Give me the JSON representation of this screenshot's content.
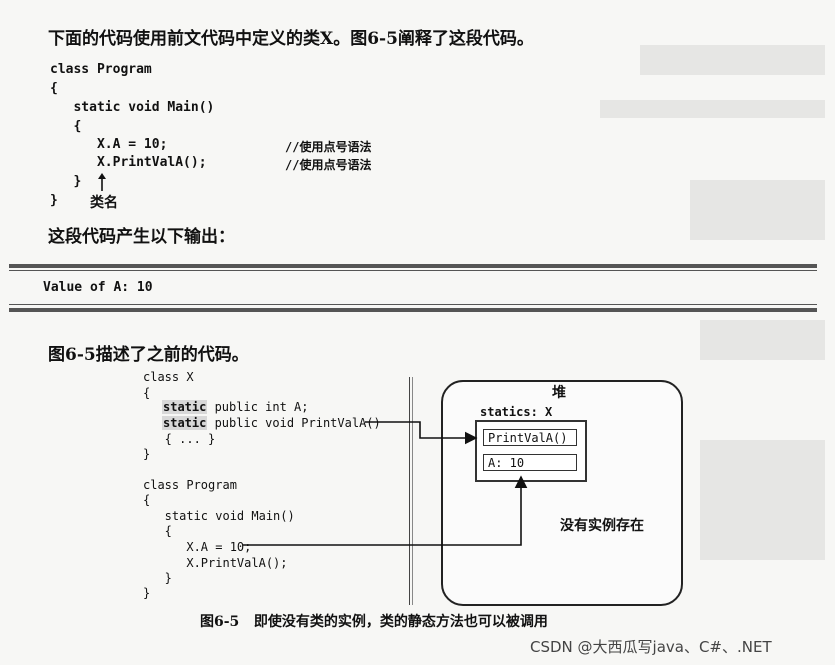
{
  "intro": "下面的代码使用前文代码中定义的类X。图6-5阐释了这段代码。",
  "code1": {
    "lines": [
      "class Program",
      "{",
      "   static void Main()",
      "   {",
      "      X.A = 10;",
      "      X.PrintValA();",
      "   }",
      "}"
    ],
    "comment1": "//使用点号语法",
    "comment2": "//使用点号语法",
    "arrow_label": "类名"
  },
  "output_intro": "这段代码产生以下输出：",
  "output": "Value of A: 10",
  "figure_intro": "图6-5描述了之前的代码。",
  "figure": {
    "class_x": {
      "l1": "class X",
      "l2": "{",
      "l3_kw": "static",
      "l3_rest": " public int A;",
      "l4_kw": "static",
      "l4_rest": " public void PrintValA()",
      "l5": "   { ... }",
      "l6": "}"
    },
    "class_program": {
      "l1": "class Program",
      "l2": "{",
      "l3": "   static void Main()",
      "l4": "   {",
      "l5": "      X.A = 10;",
      "l6": "      X.PrintValA();",
      "l7": "   }",
      "l8": "}"
    },
    "heap_label": "堆",
    "statics_label": "statics: X",
    "slot_method": "PrintValA()",
    "slot_field": "A:  10",
    "no_instance": "没有实例存在",
    "caption": "图6-5   即使没有类的实例，类的静态方法也可以被调用"
  },
  "watermark": "CSDN @大西瓜写java、C#、.NET"
}
